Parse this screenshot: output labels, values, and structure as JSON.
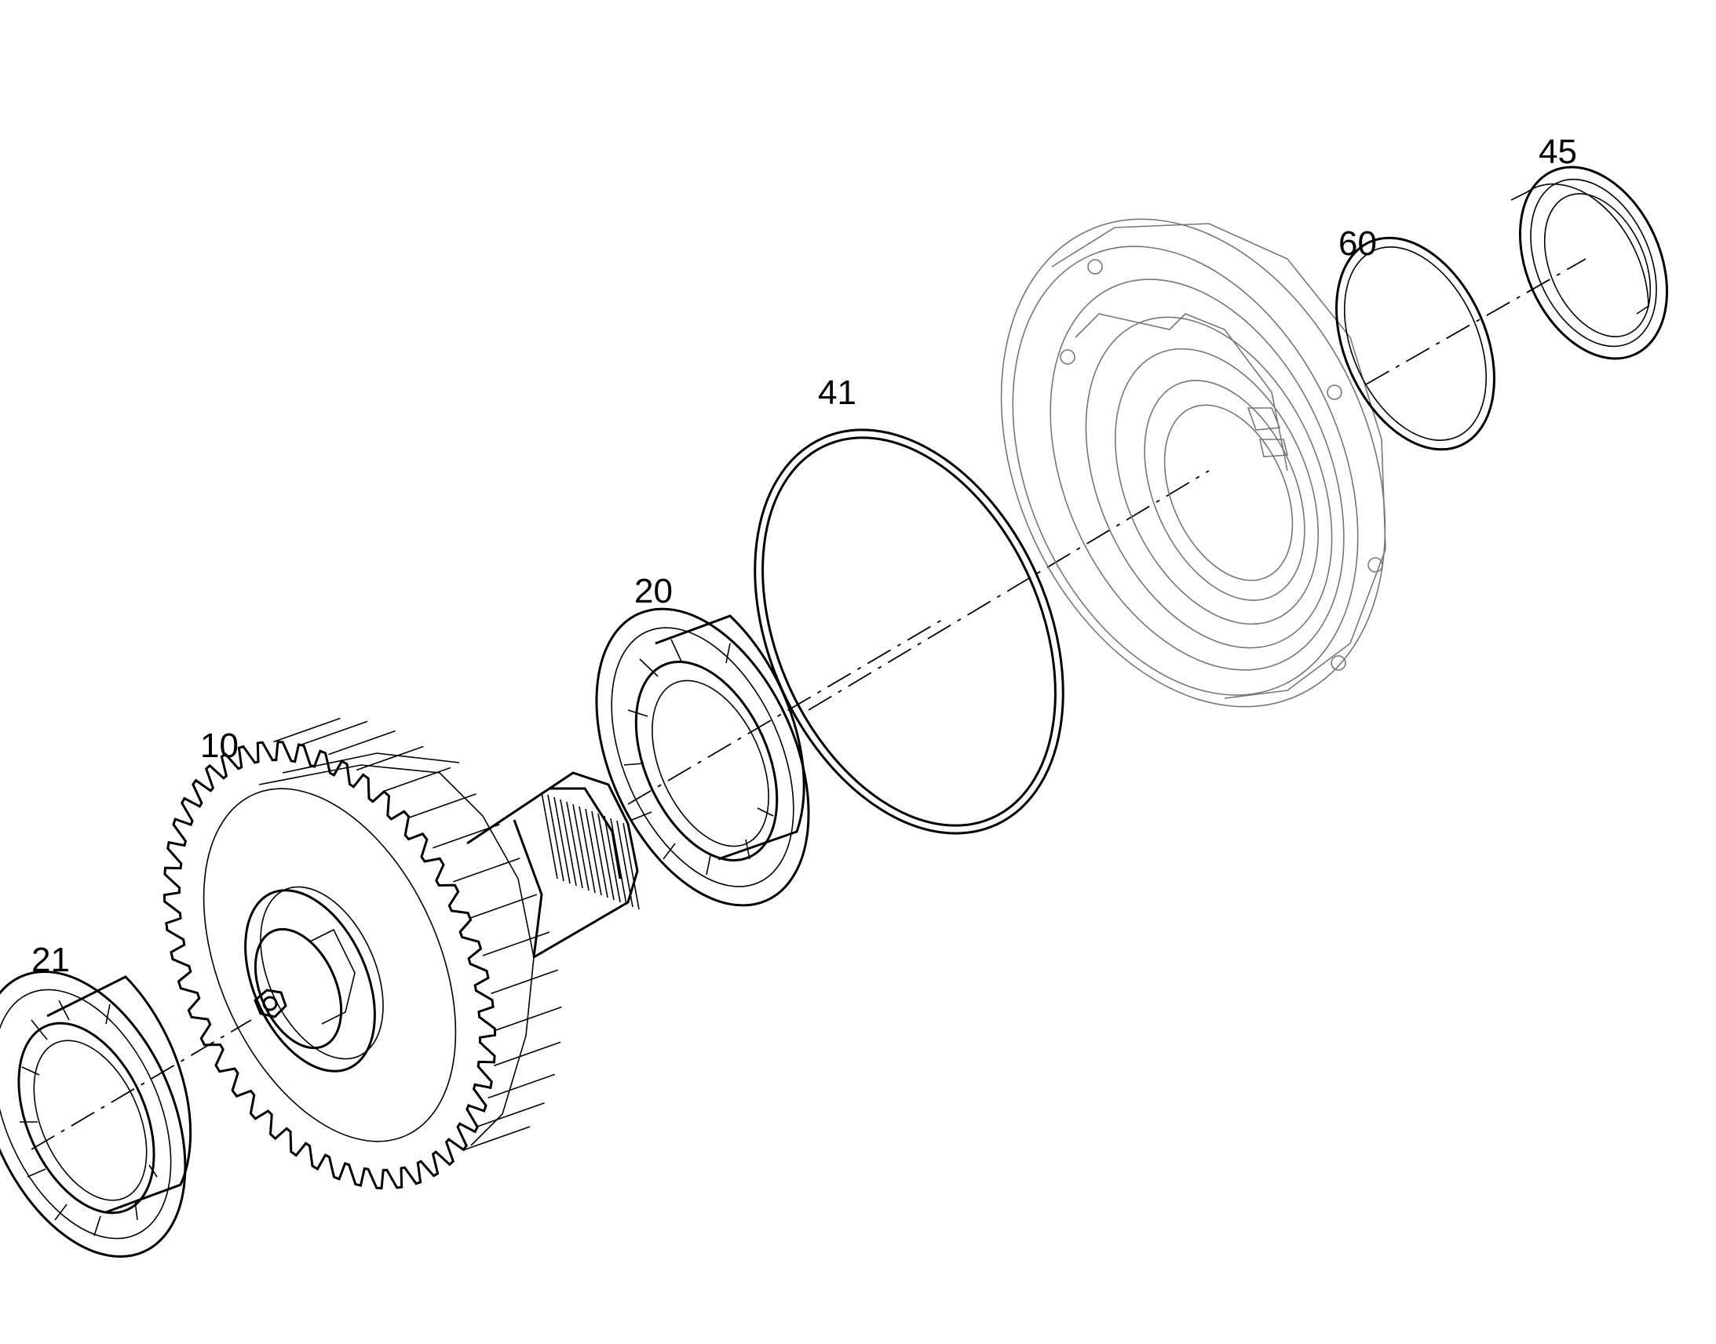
{
  "parts": [
    {
      "id": "p10",
      "number": "10",
      "name": "gear shaft"
    },
    {
      "id": "p20",
      "number": "20",
      "name": "ball bearing"
    },
    {
      "id": "p21",
      "number": "21",
      "name": "ball bearing"
    },
    {
      "id": "p41",
      "number": "41",
      "name": "o-ring"
    },
    {
      "id": "p45",
      "number": "45",
      "name": "shaft seal"
    },
    {
      "id": "p60",
      "number": "60",
      "name": "shim ring"
    }
  ],
  "colors": {
    "line": "#000000",
    "housing_line": "#777777",
    "background": "#ffffff"
  }
}
